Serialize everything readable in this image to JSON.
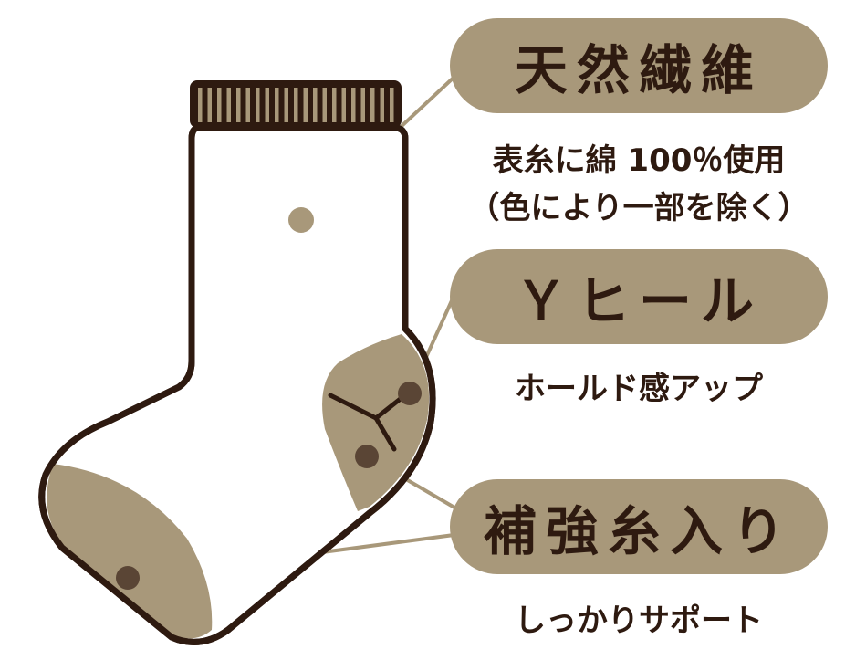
{
  "colors": {
    "outline": "#2e1a10",
    "accent": "#a8987a",
    "heel": "#a6967a"
  },
  "features": [
    {
      "title": "天然繊維",
      "lines": [
        "表糸に綿 100％使用",
        "（色により一部を除く）"
      ]
    },
    {
      "title": "Ｙヒール",
      "lines": [
        "ホールド感アップ"
      ]
    },
    {
      "title": "補強糸入り",
      "lines": [
        "しっかりサポート"
      ]
    }
  ]
}
